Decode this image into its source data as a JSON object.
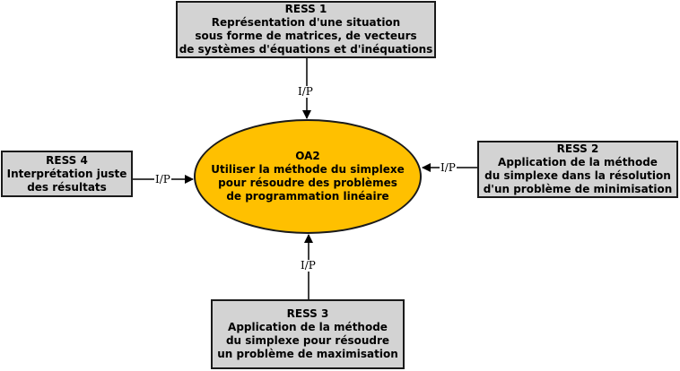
{
  "colors": {
    "box_fill": "#d3d3d3",
    "oval_fill": "#ffc000",
    "stroke": "#1a1a1a"
  },
  "center": {
    "title": "OA2",
    "lines": [
      "Utiliser la méthode du simplexe",
      "pour résoudre des problèmes",
      "de programmation linéaire"
    ]
  },
  "ress1": {
    "title": "RESS 1",
    "lines": [
      "Représentation d'une situation",
      "sous forme de matrices, de vecteurs",
      "de systèmes d'équations et d'inéquations"
    ]
  },
  "ress2": {
    "title": "RESS 2",
    "lines": [
      "Application de la  méthode",
      "du simplexe dans la résolution",
      "d'un problème de minimisation"
    ]
  },
  "ress3": {
    "title": "RESS 3",
    "lines": [
      "Application de la  méthode",
      "du simplexe pour résoudre",
      "un problème de maximisation"
    ]
  },
  "ress4": {
    "title": "RESS 4",
    "lines": [
      "Interprétation juste",
      "des résultats"
    ]
  },
  "links": {
    "top": "I/P",
    "right": "I/P",
    "bottom": "I/P",
    "left": "I/P"
  }
}
